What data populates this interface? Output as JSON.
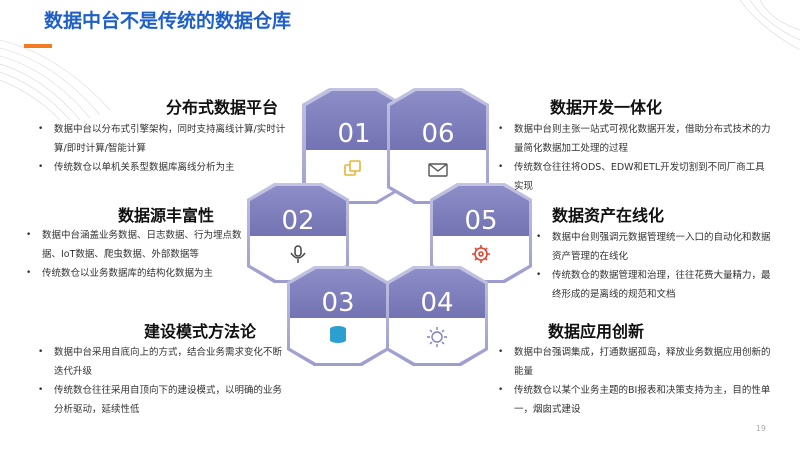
{
  "title": "数据中台不是传统的数据仓库",
  "page_number": "19",
  "colors": {
    "accent_blue": "#1f5fc9",
    "accent_orange": "#f47b20",
    "hex_purple": "#7f7fbd",
    "icon_gold": "#e8b43a",
    "icon_red": "#e2442e",
    "icon_teal": "#2a9fd0"
  },
  "hexagons": [
    {
      "number": "01",
      "icon": "copy-icon"
    },
    {
      "number": "06",
      "icon": "mail-icon"
    },
    {
      "number": "02",
      "icon": "microphone-icon"
    },
    {
      "number": "05",
      "icon": "gear-icon"
    },
    {
      "number": "03",
      "icon": "database-icon"
    },
    {
      "number": "04",
      "icon": "cog-outline-icon"
    }
  ],
  "sections": {
    "s1": {
      "title": "分布式数据平台",
      "bullets": [
        "数据中台以分布式引擎架构，同时支持离线计算/实时计算/即时计算/智能计算",
        "传统数仓以单机关系型数据库离线分析为主"
      ]
    },
    "s2": {
      "title": "数据源丰富性",
      "bullets": [
        "数据中台涵盖业务数据、日志数据、行为埋点数据、IoT数据、爬虫数据、外部数据等",
        "传统数仓以业务数据库的结构化数据为主"
      ]
    },
    "s3": {
      "title": "建设模式方法论",
      "bullets": [
        "数据中台采用自底向上的方式，结合业务需求变化不断迭代升级",
        "传统数仓往往采用自顶向下的建设模式，以明确的业务分析驱动，延续性低"
      ]
    },
    "s4": {
      "title": "数据开发一体化",
      "bullets": [
        "数据中台则主张一站式可视化数据开发，借助分布式技术的力量简化数据加工处理的过程",
        "传统数仓往往将ODS、EDW和ETL开发切割到不同厂商工具实现"
      ]
    },
    "s5": {
      "title": "数据资产在线化",
      "bullets": [
        "数据中台则强调元数据管理统一入口的自动化和数据资产管理的在线化",
        "传统数仓的数据管理和治理，往往花费大量精力，最终形成的是离线的规范和文档"
      ]
    },
    "s6": {
      "title": "数据应用创新",
      "bullets": [
        "数据中台强调集成，打通数据孤岛，释放业务数据应用创新的能量",
        "传统数仓以某个业务主题的BI报表和决策支持为主，目的性单一，烟囱式建设"
      ]
    }
  }
}
